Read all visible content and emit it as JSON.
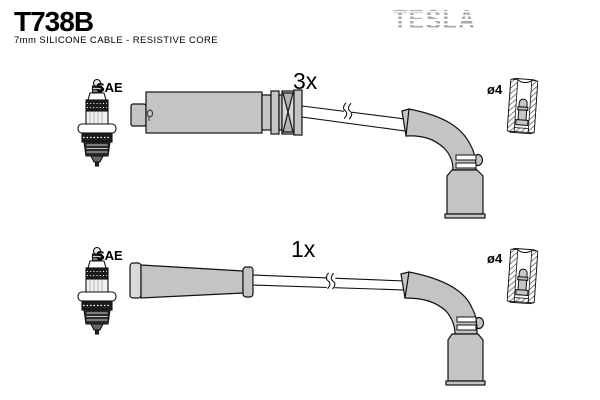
{
  "header": {
    "part_number": "T738B",
    "subtitle": "7mm SILICONE CABLE - RESISTIVE CORE",
    "brand": "TESLA"
  },
  "diagram": {
    "rows": [
      {
        "plug_standard": "SAE",
        "quantity": "3x",
        "terminal_diameter": "ø4"
      },
      {
        "plug_standard": "SAE",
        "quantity": "1x",
        "terminal_diameter": "ø4"
      }
    ]
  },
  "colors": {
    "boot_gray": "#c4c4c4",
    "logo_gray": "#a9a9a9",
    "outline": "#111111",
    "background": "#ffffff"
  }
}
